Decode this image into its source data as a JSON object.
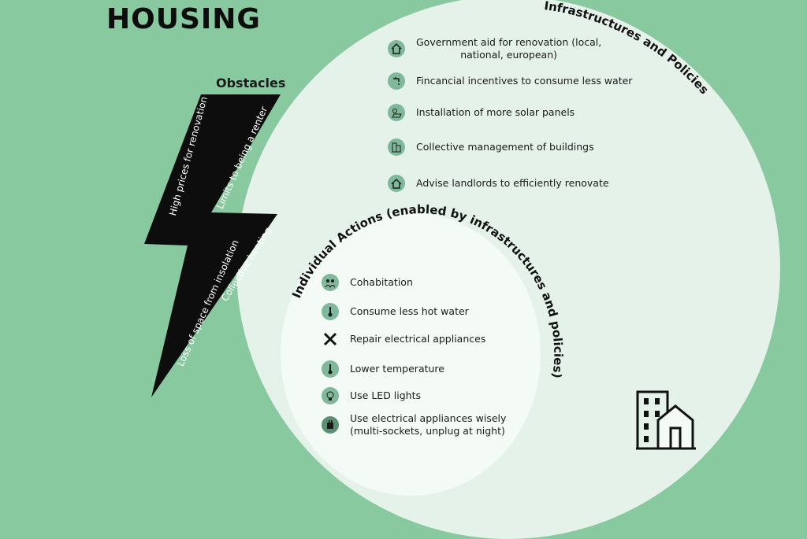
{
  "title": "HOUSING",
  "obstacles": {
    "label": "Obstacles",
    "items": [
      "High prices for renovation",
      "Limits to being a renter",
      "Loss of space from insolation",
      "Collective heating"
    ]
  },
  "infrastructures": {
    "label": "Infrastructures and Policies",
    "items": [
      {
        "icon": "house-renovation-icon",
        "line1": "Government aid for renovation  (local,",
        "line2": "national, european)"
      },
      {
        "icon": "faucet-icon",
        "line1": "Fincancial incentives to consume less water",
        "line2": ""
      },
      {
        "icon": "solar-panel-icon",
        "line1": "Installation of more solar panels",
        "line2": ""
      },
      {
        "icon": "buildings-icon",
        "line1": "Collective management of buildings",
        "line2": ""
      },
      {
        "icon": "house-advice-icon",
        "line1": "Advise landlords to efficiently renovate",
        "line2": ""
      }
    ]
  },
  "individual": {
    "label": "Individual Actions (enabled by infrastructures and policies)",
    "items": [
      {
        "icon": "cohabitation-icon",
        "line1": "Cohabitation",
        "line2": ""
      },
      {
        "icon": "thermometer-water-icon",
        "line1": "Consume less hot water",
        "line2": ""
      },
      {
        "icon": "tools-icon",
        "line1": "Repair electrical appliances",
        "line2": ""
      },
      {
        "icon": "thermometer-icon",
        "line1": "Lower temperature",
        "line2": ""
      },
      {
        "icon": "led-bulb-icon",
        "line1": "Use LED lights",
        "line2": ""
      },
      {
        "icon": "plug-icon",
        "line1": "Use electrical appliances wisely",
        "line2": "(multi-sockets, unplug at night)"
      }
    ]
  },
  "colors": {
    "background": "#88c9a0",
    "outer_circle": "#e5f2ea",
    "inner_circle": "#f4fbf6",
    "bolt": "#0d0d0d"
  }
}
